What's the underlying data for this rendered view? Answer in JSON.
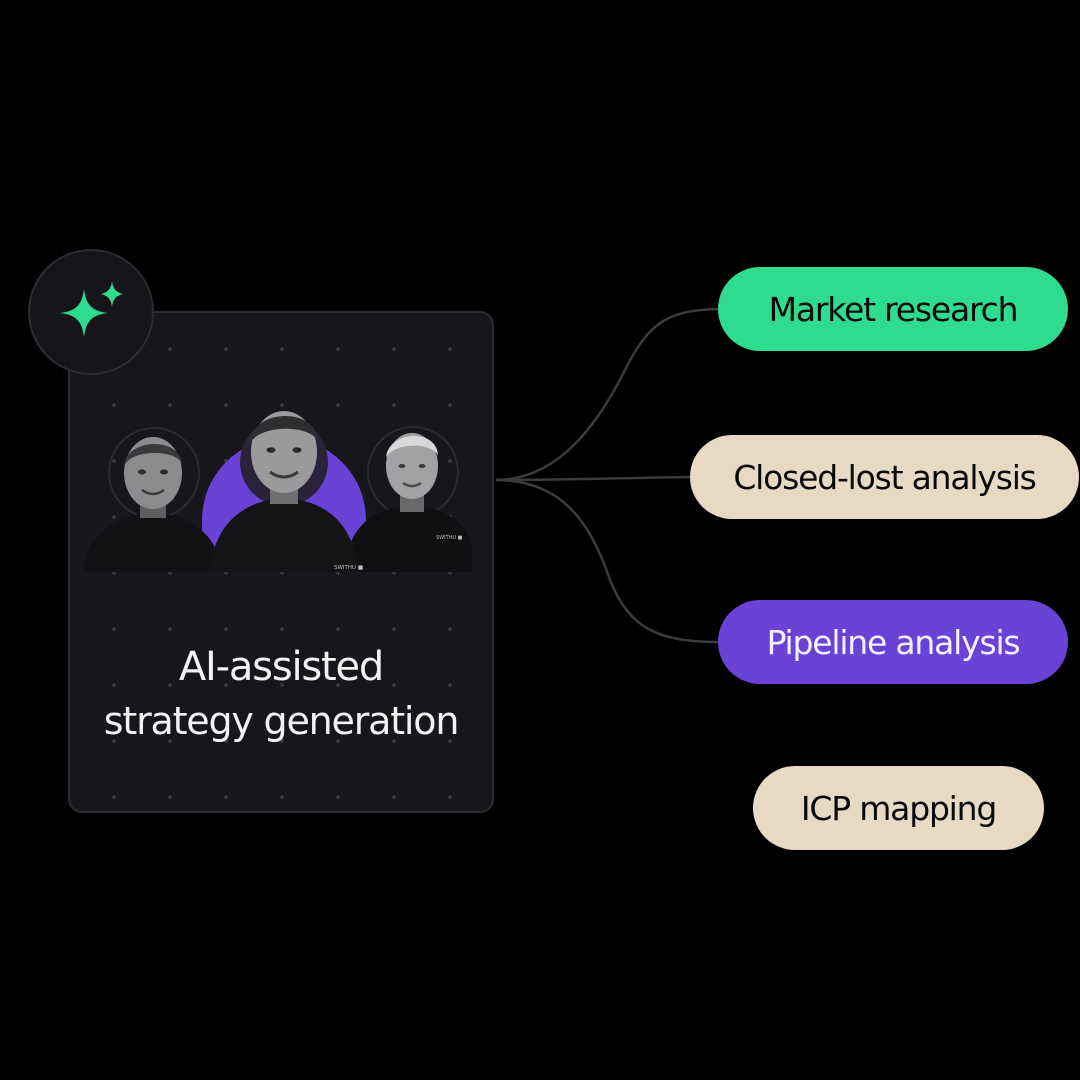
{
  "card": {
    "title_line1": "AI-assisted",
    "title_line2": "strategy generation",
    "badge_icon": "sparkle-icon",
    "photo_desc_icon": "team-photo"
  },
  "branches": [
    {
      "label": "Market research",
      "color": "#2fdb8e"
    },
    {
      "label": "Closed-lost analysis",
      "color": "#e8d9c5"
    },
    {
      "label": "Pipeline analysis",
      "color": "#6a42d6"
    },
    {
      "label": "ICP mapping",
      "color": "#e8d9c5"
    }
  ],
  "colors": {
    "background": "#000000",
    "card": "#17161b",
    "accent_green": "#2fdb8e",
    "accent_purple": "#6a42d6",
    "accent_beige": "#e8d9c5"
  }
}
